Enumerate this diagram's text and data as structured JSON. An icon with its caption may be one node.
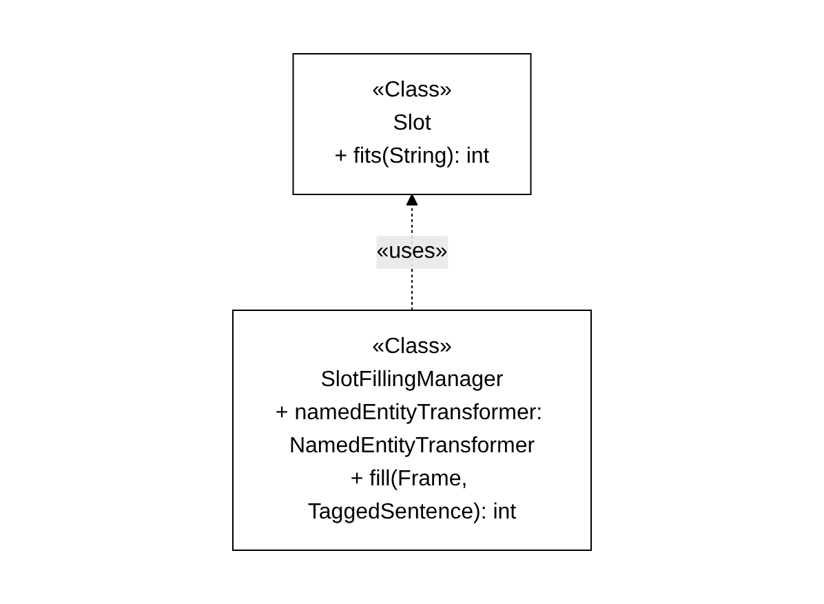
{
  "diagram": {
    "nodes": [
      {
        "text": [
          "«Class»",
          "Slot",
          "+ fits(String): int"
        ]
      },
      {
        "text": [
          "«Class»",
          "SlotFillingManager",
          "+ namedEntityTransformer: NamedEntityTransformer",
          "+ fill(Frame, TaggedSentence): int"
        ]
      }
    ],
    "edges": [
      {
        "from": 1,
        "to": 0,
        "arrow": "to",
        "style": "dashed",
        "label": "«uses»"
      }
    ]
  }
}
